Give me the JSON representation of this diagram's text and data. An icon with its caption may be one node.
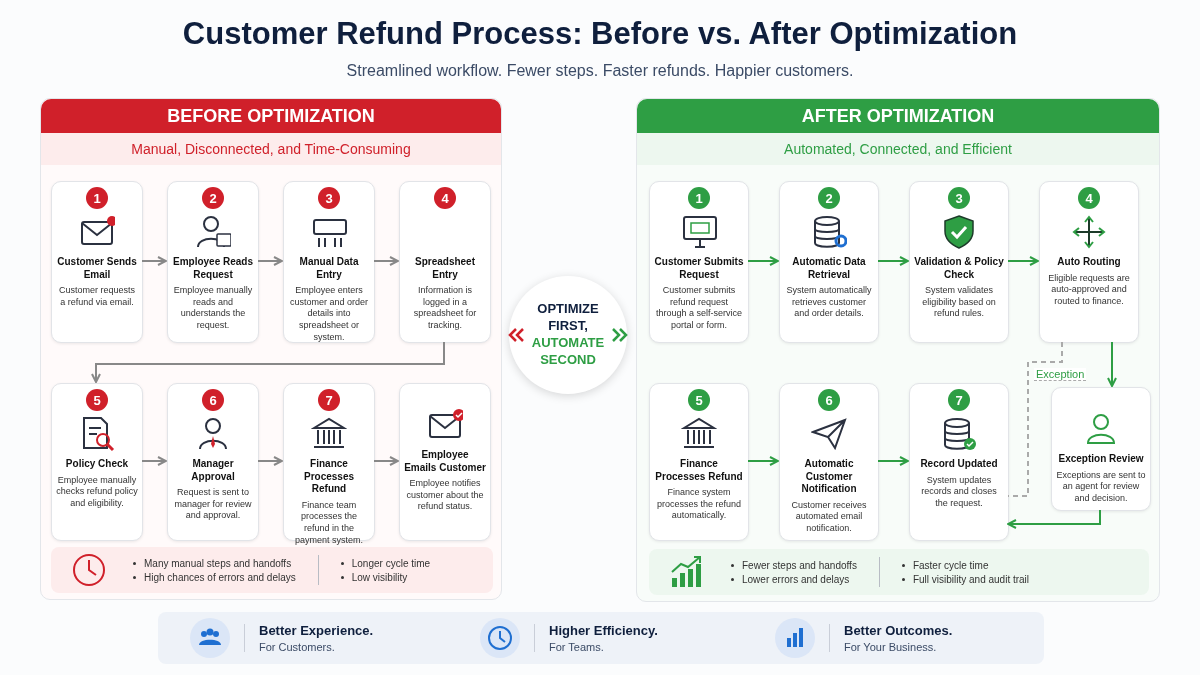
{
  "diagram": {
    "title": "Customer Refund Process: Before vs. After Optimization",
    "nodes": [
      {
        "text": [
          "BEFORE OPTIMIZATION",
          "Manual, Disconnected, and Time-Consuming"
        ]
      },
      {
        "text": [
          "1",
          "Customer Sends Email",
          "Customer requests a refund via email."
        ],
        "in": 0
      },
      {
        "text": [
          "2",
          "Employee Reads Request",
          "Employee manually reads and understands the request."
        ],
        "in": 0
      },
      {
        "text": [
          "3",
          "Manual Data Entry",
          "Employee enters customer and order details into spreadsheet or system."
        ],
        "in": 0
      },
      {
        "text": [
          "4",
          "Spreadsheet Entry",
          "Information is logged in a spreadsheet for tracking."
        ],
        "in": 0
      },
      {
        "text": [
          "5",
          "Policy Check",
          "Employee manually checks refund policy and eligibility."
        ],
        "in": 0
      },
      {
        "text": [
          "6",
          "Manager Approval",
          "Request is sent to manager for review and approval."
        ],
        "in": 0
      },
      {
        "text": [
          "7",
          "Finance Processes Refund",
          "Finance team processes the refund in the payment system."
        ],
        "in": 0
      },
      {
        "text": [
          "Employee Emails Customer",
          "Employee notifies customer about the refund status."
        ],
        "in": 0
      },
      {
        "text": [
          "Many manual steps and handoffs",
          "High chances of errors and delays",
          "Longer cycle time",
          "Low visibility"
        ],
        "in": 0
      },
      {
        "text": [
          "OPTIMIZE FIRST,",
          "AUTOMATE SECOND"
        ]
      },
      {
        "text": [
          "AFTER OPTIMIZATION",
          "Automated, Connected, and Efficient"
        ]
      },
      {
        "text": [
          "1",
          "Customer Submits Request",
          "Customer submits refund request through a self-service portal or form."
        ],
        "in": 11
      },
      {
        "text": [
          "2",
          "Automatic Data Retrieval",
          "System automatically retrieves customer and order details."
        ],
        "in": 11
      },
      {
        "text": [
          "3",
          "Validation & Policy Check",
          "System validates eligibility based on refund rules."
        ],
        "in": 11
      },
      {
        "text": [
          "4",
          "Auto Routing",
          "Eligible requests are auto-approved and routed to finance."
        ],
        "in": 11
      },
      {
        "text": [
          "5",
          "Finance Processes Refund",
          "Finance system processes the refund automatically."
        ],
        "in": 11
      },
      {
        "text": [
          "6",
          "Automatic Customer Notification",
          "Customer receives automated email notification."
        ],
        "in": 11
      },
      {
        "text": [
          "7",
          "Record Updated",
          "System updates records and closes the request."
        ],
        "in": 11
      },
      {
        "text": [
          "Exception Review",
          "Exceptions are sent to an agent for review and decision."
        ],
        "in": 11
      },
      {
        "text": [
          "Fewer steps and handoffs",
          "Lower errors and delays",
          "Faster cycle time",
          "Full visibility and audit trail"
        ],
        "in": 11
      },
      {
        "text": [
          "Better Experience.",
          "For Customers."
        ]
      },
      {
        "text": [
          "Higher Efficiency.",
          "For Teams."
        ]
      },
      {
        "text": [
          "Better Outcomes.",
          "For Your Business."
        ]
      }
    ],
    "edges": [
      {
        "from": 1,
        "to": 2,
        "arrow": "to",
        "color": "#888888"
      },
      {
        "from": 2,
        "to": 3,
        "arrow": "to",
        "color": "#888888"
      },
      {
        "from": 3,
        "to": 4,
        "arrow": "to",
        "color": "#888888"
      },
      {
        "from": 4,
        "to": 5,
        "arrow": "to",
        "color": "#888888"
      },
      {
        "from": 5,
        "to": 6,
        "arrow": "to",
        "color": "#888888"
      },
      {
        "from": 6,
        "to": 7,
        "arrow": "to",
        "color": "#888888"
      },
      {
        "from": 7,
        "to": 8,
        "arrow": "to",
        "color": "#888888"
      },
      {
        "from": 12,
        "to": 13,
        "arrow": "to"
      },
      {
        "from": 13,
        "to": 14,
        "arrow": "to"
      },
      {
        "from": 14,
        "to": 15,
        "arrow": "to"
      },
      {
        "from": 15,
        "to": 19,
        "arrow": "to"
      },
      {
        "from": 15,
        "to": 18,
        "arrow": "none",
        "style": "dashed",
        "color": "#aaaaaa",
        "label": "Exception"
      },
      {
        "from": 19,
        "to": 18,
        "arrow": "to"
      },
      {
        "from": 16,
        "to": 17,
        "arrow": "to"
      },
      {
        "from": 17,
        "to": 18,
        "arrow": "to"
      }
    ],
    "labels": [
      "Streamlined workflow. Fewer steps. Faster refunds. Happier customers."
    ]
  }
}
